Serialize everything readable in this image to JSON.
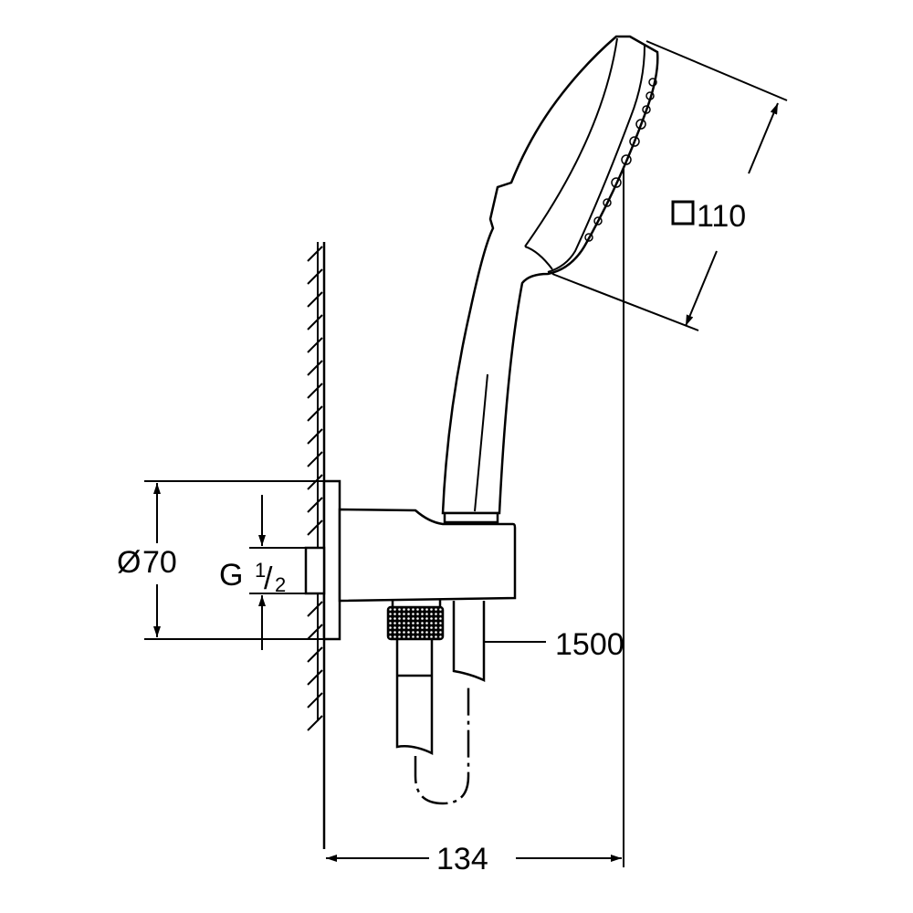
{
  "drawing": {
    "head_size": {
      "symbol": "□",
      "value": "110"
    },
    "flange_diameter": {
      "symbol": "Ø",
      "value": "70"
    },
    "thread": {
      "prefix": "G",
      "numerator": "1",
      "slash": "/",
      "denominator": "2"
    },
    "hose_length": "1500",
    "projection": "134"
  },
  "colors": {
    "line": "#000000",
    "background": "#ffffff"
  }
}
